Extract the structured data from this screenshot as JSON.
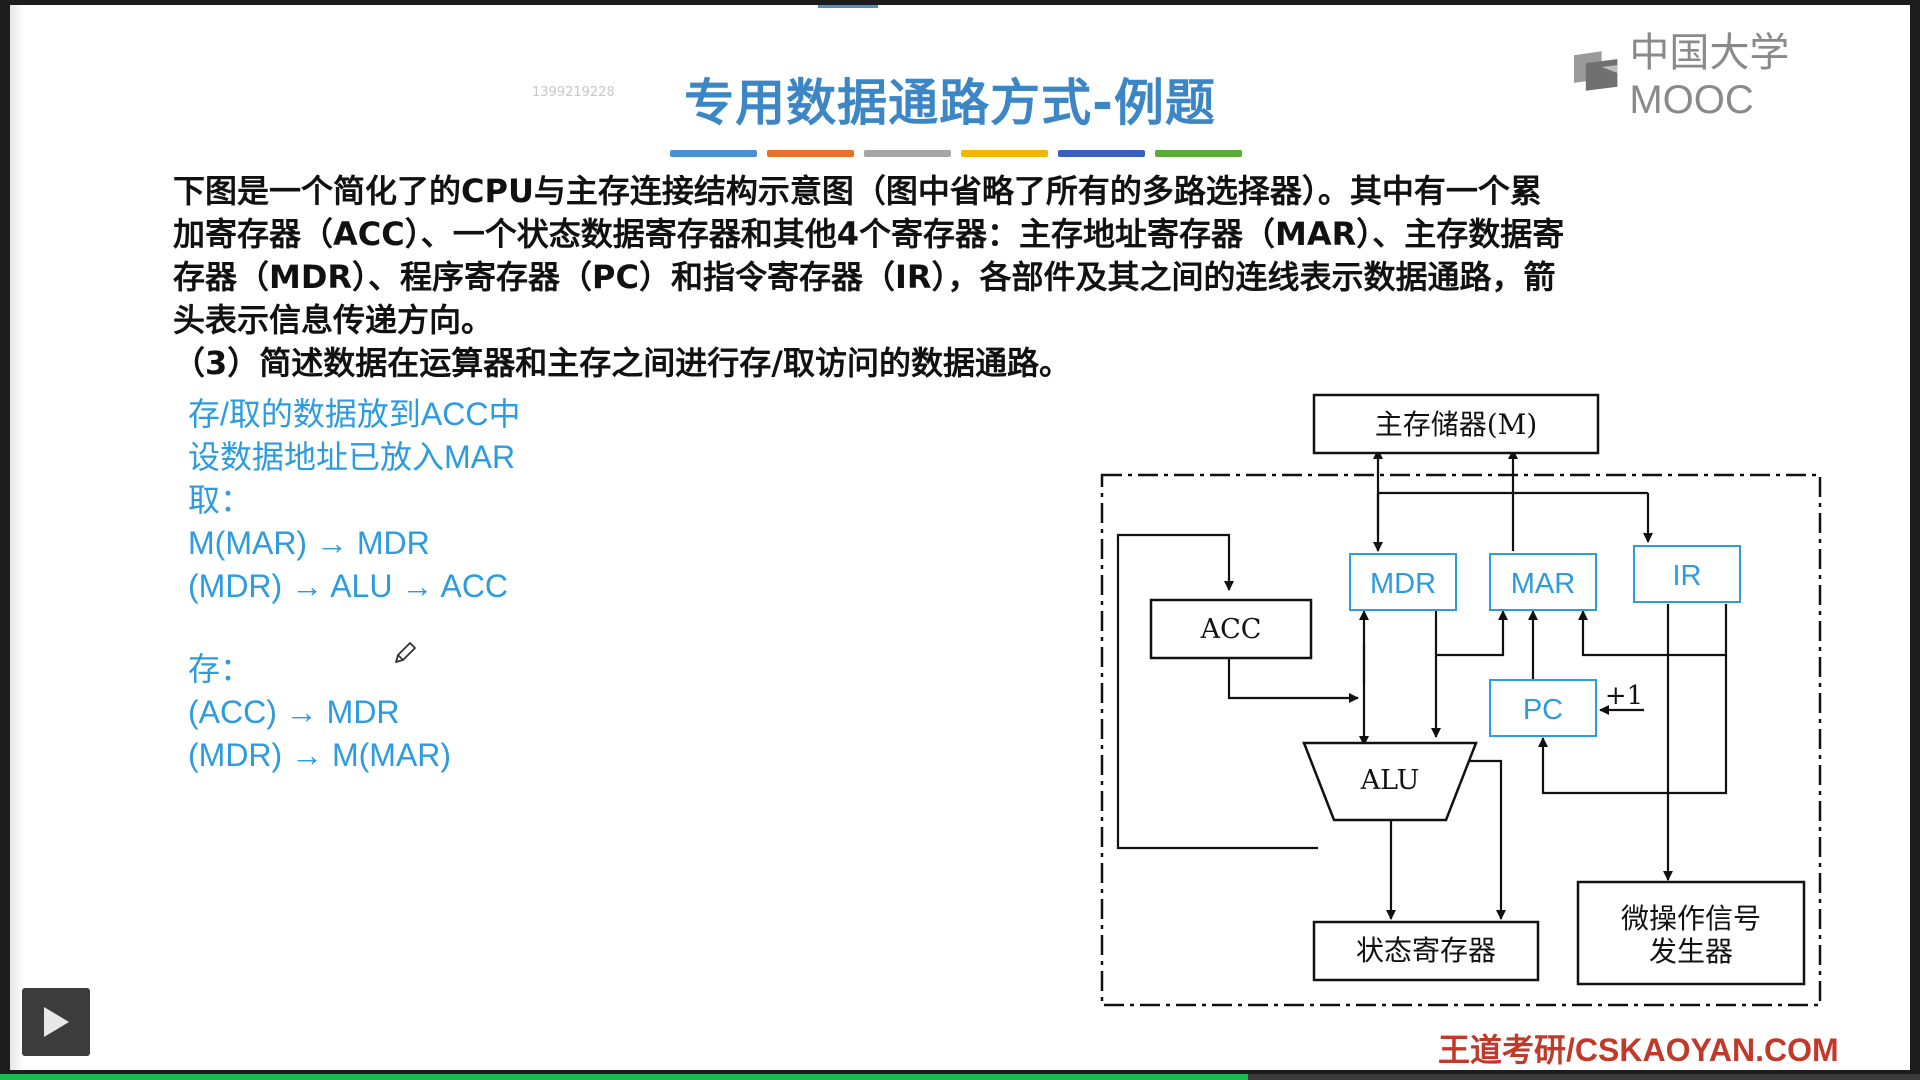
{
  "slide": {
    "title": "专用数据通路方式-例题",
    "watermark_id": "1399219228",
    "logo_text": "中国大学MOOC",
    "footer_brand": "王道考研/CSKAOYAN.COM",
    "color_bars": [
      "#4a8fd6",
      "#e8702a",
      "#a5a5a5",
      "#f2b600",
      "#3b5fc0",
      "#5aab3a"
    ]
  },
  "question": {
    "paragraph": [
      "下图是一个简化了的CPU与主存连接结构示意图（图中省略了所有的多路选择器）。其中有一个累",
      "加寄存器（ACC）、一个状态数据寄存器和其他4个寄存器：主存地址寄存器（MAR）、主存数据寄",
      "存器（MDR）、程序寄存器（PC）和指令寄存器（IR），各部件及其之间的连线表示数据通路，箭",
      "头表示信息传递方向。"
    ],
    "sub_question": "（3）简述数据在运算器和主存之间进行存/取访问的数据通路。"
  },
  "answer": {
    "line1": "存/取的数据放到ACC中",
    "line2": "设数据地址已放入MAR",
    "fetch_label": "取：",
    "fetch_step1": "M(MAR) → MDR",
    "fetch_step2": "(MDR) → ALU → ACC",
    "store_label": "存：",
    "store_step1": "(ACC) → MDR",
    "store_step2": "(MDR) → M(MAR)"
  },
  "diagram": {
    "memory": "主存储器(M)",
    "mdr": "MDR",
    "mar": "MAR",
    "ir": "IR",
    "acc": "ACC",
    "pc": "PC",
    "plus_one": "+1",
    "alu": "ALU",
    "status_register": "状态寄存器",
    "micro_op_generator_line1": "微操作信号",
    "micro_op_generator_line2": "发生器",
    "register_color": "#2d9be0"
  },
  "player": {
    "progress_fraction": 0.65,
    "progress_color": "#1db954"
  },
  "icons": {
    "play": "play-icon",
    "pencil": "pencil-cursor-icon",
    "logo": "mooc-logo-icon"
  }
}
